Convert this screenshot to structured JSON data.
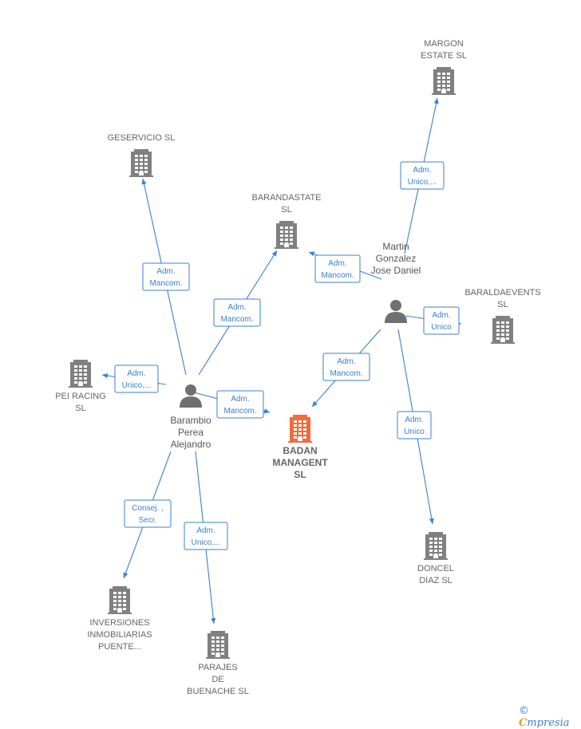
{
  "colors": {
    "edge": "#3a7fd4",
    "company": "#808080",
    "focus": "#f26b3a",
    "person": "#707070"
  },
  "nodes": [
    {
      "id": "margon",
      "kind": "company",
      "icon": "building-icon",
      "lines": [
        "MARGON",
        "ESTATE  SL"
      ]
    },
    {
      "id": "geservicio",
      "kind": "company",
      "icon": "building-icon",
      "lines": [
        "GESERVICIO SL"
      ]
    },
    {
      "id": "barandastate",
      "kind": "company",
      "icon": "building-icon",
      "lines": [
        "BARANDASTATE",
        "SL"
      ]
    },
    {
      "id": "baraldaevents",
      "kind": "company",
      "icon": "building-icon",
      "lines": [
        "BARALDAEVENTS",
        "SL"
      ]
    },
    {
      "id": "peiracing",
      "kind": "company",
      "icon": "building-icon",
      "lines": [
        "PEI RACING",
        "SL"
      ]
    },
    {
      "id": "badan",
      "kind": "focus",
      "icon": "building-icon",
      "lines": [
        "BADAN",
        "MANAGENT",
        "SL"
      ]
    },
    {
      "id": "doncel",
      "kind": "company",
      "icon": "building-icon",
      "lines": [
        "DONCEL",
        "DIAZ SL"
      ]
    },
    {
      "id": "inversiones",
      "kind": "company",
      "icon": "building-icon",
      "lines": [
        "INVERSIONES",
        "INMOBILIARIAS",
        "PUENTE..."
      ]
    },
    {
      "id": "parajes",
      "kind": "company",
      "icon": "building-icon",
      "lines": [
        "PARAJES",
        "DE",
        "BUENACHE  SL"
      ]
    },
    {
      "id": "martin",
      "kind": "person",
      "icon": "person-icon",
      "lines": [
        "Martin",
        "Gonzalez",
        "Jose Daniel"
      ]
    },
    {
      "id": "barambio",
      "kind": "person",
      "icon": "person-icon",
      "lines": [
        "Barambio",
        "Perea",
        "Alejandro"
      ]
    }
  ],
  "edges": [
    {
      "from": "martin",
      "to": "margon",
      "label": [
        "Adm.",
        "Unico,..."
      ]
    },
    {
      "from": "martin",
      "to": "barandastate",
      "label": [
        "Adm.",
        "Mancom."
      ]
    },
    {
      "from": "martin",
      "to": "baraldaevents",
      "label": [
        "Adm.",
        "Unico"
      ]
    },
    {
      "from": "martin",
      "to": "badan",
      "label": [
        "Adm.",
        "Mancom."
      ]
    },
    {
      "from": "martin",
      "to": "doncel",
      "label": [
        "Adm.",
        "Unico"
      ]
    },
    {
      "from": "barambio",
      "to": "geservicio",
      "label": [
        "Adm.",
        "Mancom."
      ]
    },
    {
      "from": "barambio",
      "to": "barandastate",
      "label": [
        "Adm.",
        "Mancom."
      ]
    },
    {
      "from": "barambio",
      "to": "peiracing",
      "label": [
        "Adm.",
        "Unico,..."
      ]
    },
    {
      "from": "barambio",
      "to": "badan",
      "label": [
        "Adm.",
        "Mancom."
      ]
    },
    {
      "from": "barambio",
      "to": "inversiones",
      "label": [
        "Consej. ,",
        "Secr."
      ]
    },
    {
      "from": "barambio",
      "to": "parajes",
      "label": [
        "Adm.",
        "Unico,..."
      ]
    }
  ],
  "footer": {
    "copyright": "©",
    "brand_initial": "C",
    "brand_rest": "mpresia"
  }
}
